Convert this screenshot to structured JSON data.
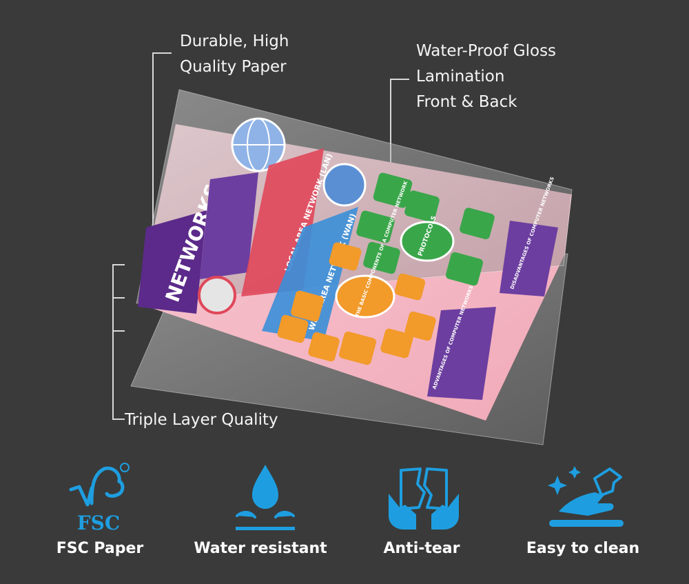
{
  "callouts": {
    "paper": [
      "Durable, High",
      "Quality Paper"
    ],
    "lamination": [
      "Water-Proof Gloss",
      "Lamination",
      "Front & Back"
    ],
    "layers": "Triple Layer Quality"
  },
  "poster": {
    "title": "NETWORKS",
    "lan": "LOCAL AREA NETWORK (LAN)",
    "wan": "WIDE AREA NETWORK (WAN)",
    "protocols": "PROTOCOLS",
    "components": "THE BASIC COMPONENTS OF A COMPUTER NETWORK",
    "advantages": "ADVANTAGES OF COMPUTER NETWORKS",
    "disadvantages": "DISADVANTAGES OF COMPUTER NETWORKS"
  },
  "features": [
    {
      "label": "FSC Paper",
      "icon": "fsc-tree-icon",
      "mark": "FSC"
    },
    {
      "label": "Water resistant",
      "icon": "water-drop-icon"
    },
    {
      "label": "Anti-tear",
      "icon": "hands-tearing-paper-icon"
    },
    {
      "label": "Easy to clean",
      "icon": "hand-wiping-sparkle-icon"
    }
  ],
  "colors": {
    "background": "#3a3a3a",
    "icon_blue": "#1e9ee0",
    "poster_pink": "#f4b8c4",
    "purple": "#5b2a8a",
    "green": "#3aa64a",
    "orange": "#f29a2a"
  }
}
